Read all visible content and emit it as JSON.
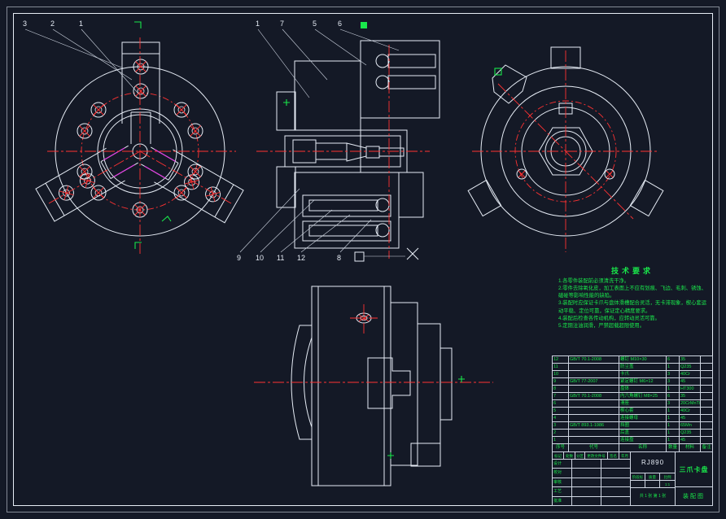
{
  "colors": {
    "background": "#141926",
    "line_white": "#e6ecf5",
    "centerline_red": "#ff3232",
    "hatch_teal": "#17b4bc",
    "bolt_hatch_red": "#ff4040",
    "annotation_green": "#19e84b",
    "accent_magenta": "#e23ae2"
  },
  "balloons": {
    "front_view": [
      "3",
      "2",
      "1"
    ],
    "section_top": [
      "1",
      "7",
      "5",
      "6"
    ],
    "section_bottom": [
      "9",
      "10",
      "11",
      "12",
      "8"
    ]
  },
  "tech_requirements": {
    "title": "技术要求",
    "items": [
      "1.各零件装配前必须清洗干净。",
      "2.零件去除氧化皮，加工表面上不应有划痕、飞边、毛刺、锈蚀、磕碰等影响性能的缺陷。",
      "3.装配时应保证卡爪与盘体滑槽配合灵活，无卡滞现象，楔心套运动平稳、定位可靠，保证定心精度要求。",
      "4.装配后检查各传动机构，应转动灵活可靠。",
      "5.定期注油润滑，严禁超载超限使用。"
    ]
  },
  "parts_table": {
    "headers": [
      "序号",
      "代号",
      "名称",
      "数量",
      "材料",
      "备注"
    ],
    "rows": [
      {
        "no": "12",
        "code": "GB/T 70.1-2008",
        "name": "螺钉 M10×30",
        "qty": "6",
        "material": "35",
        "note": ""
      },
      {
        "no": "11",
        "code": "",
        "name": "防尘盖",
        "qty": "1",
        "material": "Q235",
        "note": ""
      },
      {
        "no": "10",
        "code": "",
        "name": "卡爪",
        "qty": "3",
        "material": "40Cr",
        "note": ""
      },
      {
        "no": "9",
        "code": "GB/T 77-2007",
        "name": "紧定螺钉 M6×12",
        "qty": "3",
        "material": "45",
        "note": ""
      },
      {
        "no": "8",
        "code": "",
        "name": "盘体",
        "qty": "1",
        "material": "HT300",
        "note": ""
      },
      {
        "no": "7",
        "code": "GB/T 70.1-2008",
        "name": "内六角螺钉 M8×25",
        "qty": "6",
        "material": "35",
        "note": ""
      },
      {
        "no": "6",
        "code": "",
        "name": "滑座",
        "qty": "3",
        "material": "20CrMnTi",
        "note": ""
      },
      {
        "no": "5",
        "code": "",
        "name": "楔心套",
        "qty": "1",
        "material": "40Cr",
        "note": ""
      },
      {
        "no": "4",
        "code": "",
        "name": "连接螺母",
        "qty": "1",
        "material": "45",
        "note": ""
      },
      {
        "no": "3",
        "code": "GB/T 893.1-1986",
        "name": "挡圈",
        "qty": "1",
        "material": "65Mn",
        "note": ""
      },
      {
        "no": "2",
        "code": "",
        "name": "后盖",
        "qty": "1",
        "material": "Q235",
        "note": ""
      },
      {
        "no": "1",
        "code": "",
        "name": "连接盘",
        "qty": "1",
        "material": "45",
        "note": ""
      }
    ]
  },
  "title_block": {
    "revision_header": [
      "标记",
      "处数",
      "分区",
      "更改文件号",
      "签名",
      "年月日"
    ],
    "sign_rows": [
      "设计",
      "校对",
      "审核",
      "工艺",
      "批准"
    ],
    "drawing_no": "RJ890",
    "stage_label": "阶段标记",
    "mass_label": "质量",
    "scale_label": "比例",
    "scale_value": "1:1",
    "sheet_info": "共 1 张  第 1 张",
    "part_name": "三爪卡盘",
    "doc_type": "装配图"
  }
}
